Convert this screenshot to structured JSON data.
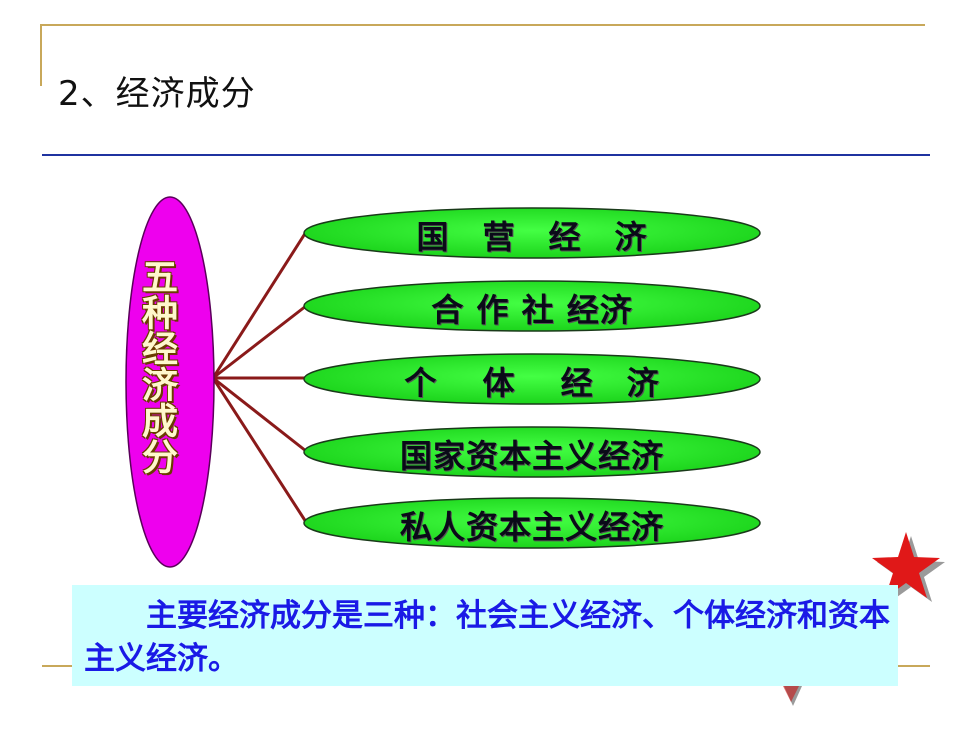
{
  "slide": {
    "title": "2、经济成分"
  },
  "diagram": {
    "center_label": "五种经济成分",
    "items": [
      {
        "label": "国　营　经　济"
      },
      {
        "label": "合 作 社 经济"
      },
      {
        "label": "个　 体　 经　济"
      },
      {
        "label": "国家资本主义经济"
      },
      {
        "label": "私人资本主义经济"
      }
    ],
    "colors": {
      "center_fill": "#ee00ee",
      "pill_fill": "#22e622",
      "connector": "#8a1a1a"
    }
  },
  "note": {
    "text": "主要经济成分是三种：社会主义经济、个体经济和资本主义经济。"
  },
  "decorations": {
    "star_icon": "red-star-icon",
    "arrow_icon": "down-arrow-icon"
  }
}
